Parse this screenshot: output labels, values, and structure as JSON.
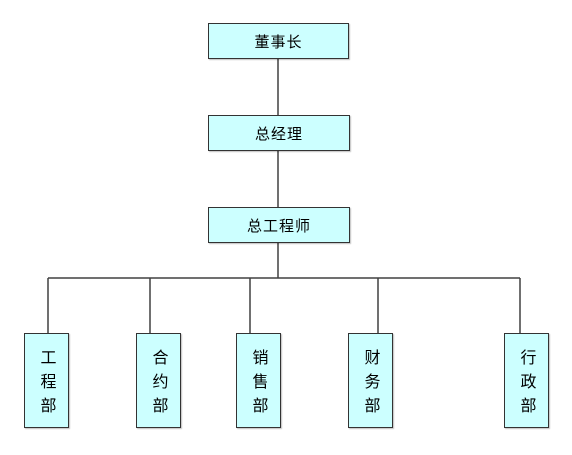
{
  "org": {
    "top": {
      "label": "董事长"
    },
    "level2": {
      "label": "总经理"
    },
    "level3": {
      "label": "总工程师"
    },
    "departments": [
      {
        "label": "工程部"
      },
      {
        "label": "合约部"
      },
      {
        "label": "销售部"
      },
      {
        "label": "财务部"
      },
      {
        "label": "行政部"
      }
    ]
  },
  "colors": {
    "box_fill": "#ccffff",
    "box_border": "#333333",
    "connector": "#404040"
  }
}
